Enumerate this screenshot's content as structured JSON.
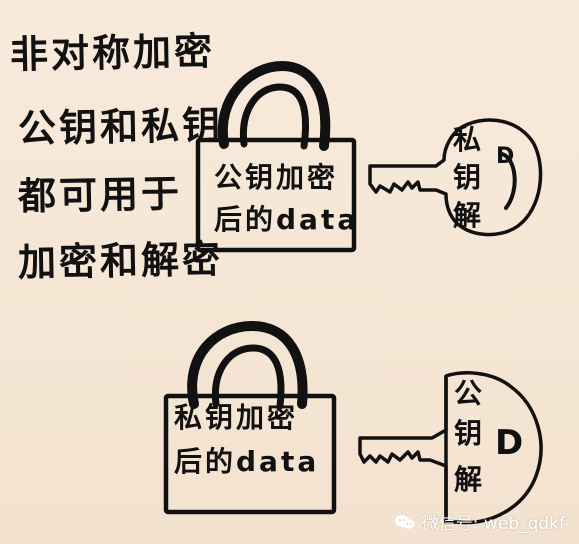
{
  "notes": {
    "lines": [
      "非对称加密",
      "公钥和私钥",
      "都可用于",
      "加密和解密"
    ]
  },
  "lock1": {
    "line1": "公钥加密",
    "line2": "后的data"
  },
  "key1": {
    "chars": [
      "私",
      "钥",
      "解"
    ],
    "mark": "D"
  },
  "lock2": {
    "line1": "私钥加密",
    "line2": "后的data"
  },
  "key2": {
    "chars": [
      "公",
      "钥",
      "解"
    ],
    "mark": "D"
  },
  "watermark": {
    "text": "微信号: web_qdkf"
  }
}
